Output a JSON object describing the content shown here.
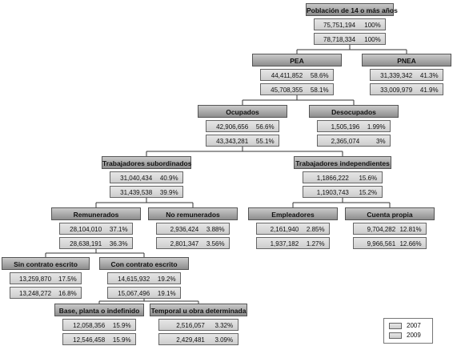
{
  "nodes": [
    {
      "id": "total",
      "parent": null,
      "title": "Población de 14 o más años",
      "rows": [
        {
          "value": "75,751,194",
          "pct": "100%"
        },
        {
          "value": "78,718,334",
          "pct": "100%"
        }
      ]
    },
    {
      "id": "pea",
      "parent": "total",
      "title": "PEA",
      "rows": [
        {
          "value": "44,411,852",
          "pct": "58.6%"
        },
        {
          "value": "45,708,355",
          "pct": "58.1%"
        }
      ]
    },
    {
      "id": "pnea",
      "parent": "total",
      "title": "PNEA",
      "rows": [
        {
          "value": "31,339,342",
          "pct": "41.3%"
        },
        {
          "value": "33,009,979",
          "pct": "41.9%"
        }
      ]
    },
    {
      "id": "ocupados",
      "parent": "pea",
      "title": "Ocupados",
      "rows": [
        {
          "value": "42,906,656",
          "pct": "56.6%"
        },
        {
          "value": "43,343,281",
          "pct": "55.1%"
        }
      ]
    },
    {
      "id": "desocupados",
      "parent": "pea",
      "title": "Desocupados",
      "rows": [
        {
          "value": "1,505,196",
          "pct": "1.99%"
        },
        {
          "value": "2,365,074",
          "pct": "3%"
        }
      ]
    },
    {
      "id": "subordinados",
      "parent": "ocupados",
      "title": "Trabajadores subordinados",
      "rows": [
        {
          "value": "31,040,434",
          "pct": "40.9%"
        },
        {
          "value": "31,439,538",
          "pct": "39.9%"
        }
      ]
    },
    {
      "id": "independientes",
      "parent": "ocupados",
      "title": "Trabajadores independientes",
      "rows": [
        {
          "value": "1,1866,222",
          "pct": "15.6%"
        },
        {
          "value": "1,1903,743",
          "pct": "15.2%"
        }
      ]
    },
    {
      "id": "remunerados",
      "parent": "subordinados",
      "title": "Remunerados",
      "rows": [
        {
          "value": "28,104,010",
          "pct": "37.1%"
        },
        {
          "value": "28,638,191",
          "pct": "36.3%"
        }
      ]
    },
    {
      "id": "noremunerados",
      "parent": "subordinados",
      "title": "No remunerados",
      "rows": [
        {
          "value": "2,936,424",
          "pct": "3.88%"
        },
        {
          "value": "2,801,347",
          "pct": "3.56%"
        }
      ]
    },
    {
      "id": "empleadores",
      "parent": "independientes",
      "title": "Empleadores",
      "rows": [
        {
          "value": "2,161,940",
          "pct": "2.85%"
        },
        {
          "value": "1,937,182",
          "pct": "1.27%"
        }
      ]
    },
    {
      "id": "cuentapropia",
      "parent": "independientes",
      "title": "Cuenta propia",
      "rows": [
        {
          "value": "9,704,282",
          "pct": "12.81%"
        },
        {
          "value": "9,966,561",
          "pct": "12.66%"
        }
      ]
    },
    {
      "id": "sincontrato",
      "parent": "remunerados",
      "title": "Sin contrato escrito",
      "rows": [
        {
          "value": "13,259,870",
          "pct": "17.5%"
        },
        {
          "value": "13,248,272",
          "pct": "16.8%"
        }
      ]
    },
    {
      "id": "concontrato",
      "parent": "remunerados",
      "title": "Con contrato escrito",
      "rows": [
        {
          "value": "14,615,932",
          "pct": "19.2%"
        },
        {
          "value": "15,067,496",
          "pct": "19.1%"
        }
      ]
    },
    {
      "id": "base",
      "parent": "concontrato",
      "title": "Base, planta o indefinido",
      "rows": [
        {
          "value": "12,058,356",
          "pct": "15.9%"
        },
        {
          "value": "12,546,458",
          "pct": "15.9%"
        }
      ]
    },
    {
      "id": "temporal",
      "parent": "concontrato",
      "title": "Temporal u obra determinada",
      "rows": [
        {
          "value": "2,516,057",
          "pct": "3.32%"
        },
        {
          "value": "2,429,481",
          "pct": "3.09%"
        }
      ]
    }
  ],
  "legend": [
    {
      "label": "2007"
    },
    {
      "label": "2009"
    }
  ]
}
